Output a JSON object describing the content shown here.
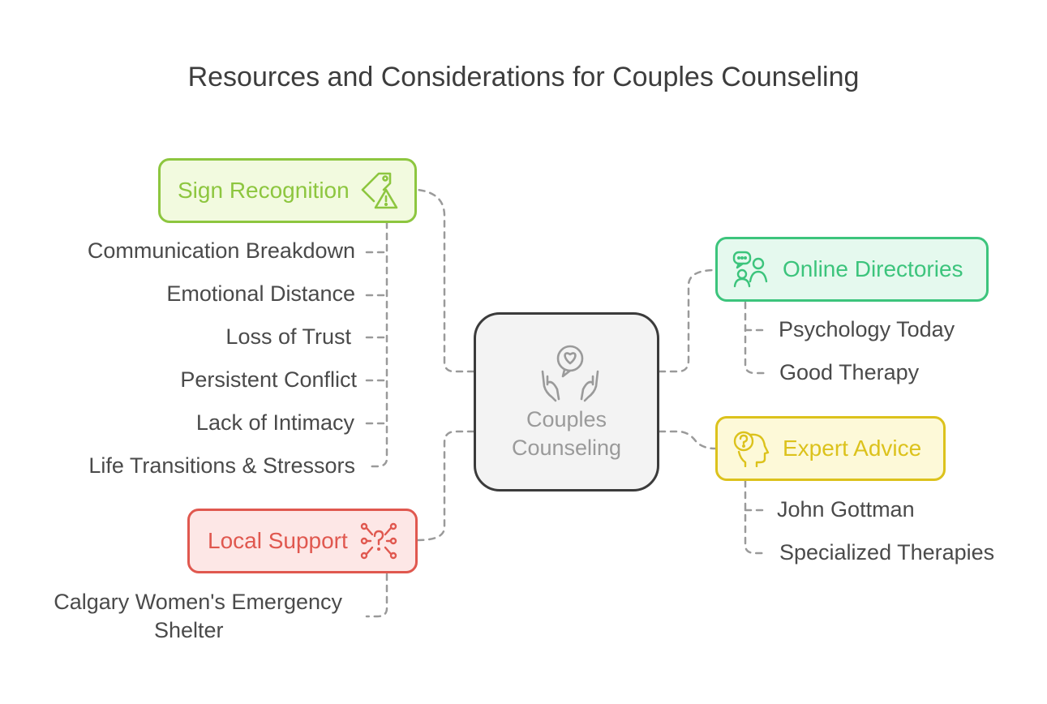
{
  "title": "Resources and Considerations for Couples Counseling",
  "center": {
    "label_line1": "Couples",
    "label_line2": "Counseling",
    "icon": "hands-heart-chat-icon"
  },
  "branches": {
    "sign_recognition": {
      "label": "Sign Recognition",
      "icon": "tag-warning-icon",
      "color": "#8dc63f",
      "fill": "#f2fadf",
      "items": [
        "Communication Breakdown",
        "Emotional Distance",
        "Loss of Trust",
        "Persistent Conflict",
        "Lack of Intimacy",
        "Life Transitions & Stressors"
      ]
    },
    "local_support": {
      "label": "Local Support",
      "icon": "network-question-icon",
      "color": "#e0584f",
      "fill": "#fde7e6",
      "items": [
        "Calgary Women's Emergency",
        "Shelter"
      ]
    },
    "online_directories": {
      "label": "Online Directories",
      "icon": "people-chat-icon",
      "color": "#3cc47c",
      "fill": "#e5f9ee",
      "items": [
        "Psychology Today",
        "Good Therapy"
      ]
    },
    "expert_advice": {
      "label": "Expert Advice",
      "icon": "head-question-icon",
      "color": "#dcc21c",
      "fill": "#fdf9d8",
      "items": [
        "John Gottman",
        "Specialized Therapies"
      ]
    }
  },
  "connector_color": "#9a9a9a"
}
